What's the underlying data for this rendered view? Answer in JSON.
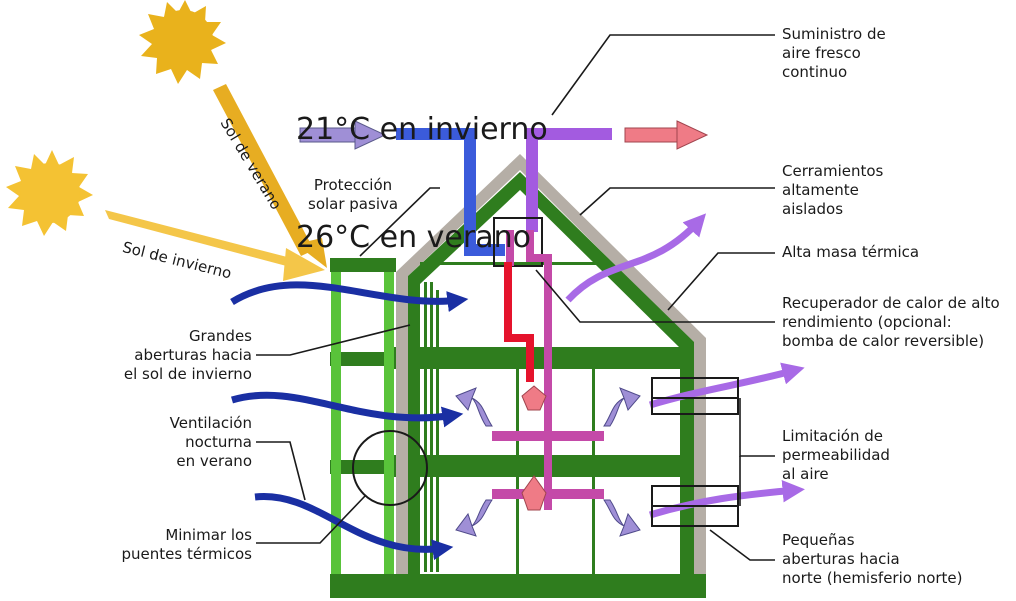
{
  "temperatures": {
    "winter": "21°C en invierno",
    "summer": "26°C en verano"
  },
  "sun_labels": {
    "summer": "Sol de verano",
    "winter": "Sol de invierno"
  },
  "labels": {
    "fresh_air": "Suministro de\naire fresco\ncontinuo",
    "insulated": "Cerramientos\naltamente\naislados",
    "thermal_mass": "Alta masa térmica",
    "heat_recovery": "Recuperador de calor de alto\nrendimiento (opcional:\nbomba de calor reversible)",
    "airtightness": "Limitación de\npermeabilidad\nal aire",
    "north_openings": "Pequeñas\naberturas hacia\nnorte (hemisferio norte)",
    "solar_protection": "Protección\nsolar pasiva",
    "large_openings": "Grandes\naberturas hacia\nel sol de invierno",
    "night_ventilation": "Ventilación\nnocturna\nen verano",
    "thermal_bridges": "Minimar los\npuentes térmicos"
  },
  "colors": {
    "structure_green": "#2f7d1e",
    "frame_light_green": "#59c33a",
    "insulation": "#b5aea6",
    "supply_blue": "#3b5bdb",
    "exhaust_violet": "#a35be0",
    "hot_red": "#e5132c",
    "duct_magenta": "#c44aa8",
    "airflow_dark_blue": "#1a2fa3",
    "airflow_violet": "#a86ae6",
    "air_in_arrow": "#9f8fd6",
    "air_out_arrow": "#ef7b86",
    "sun": "#e9b21c",
    "sun_ray": "#e7ad22"
  }
}
